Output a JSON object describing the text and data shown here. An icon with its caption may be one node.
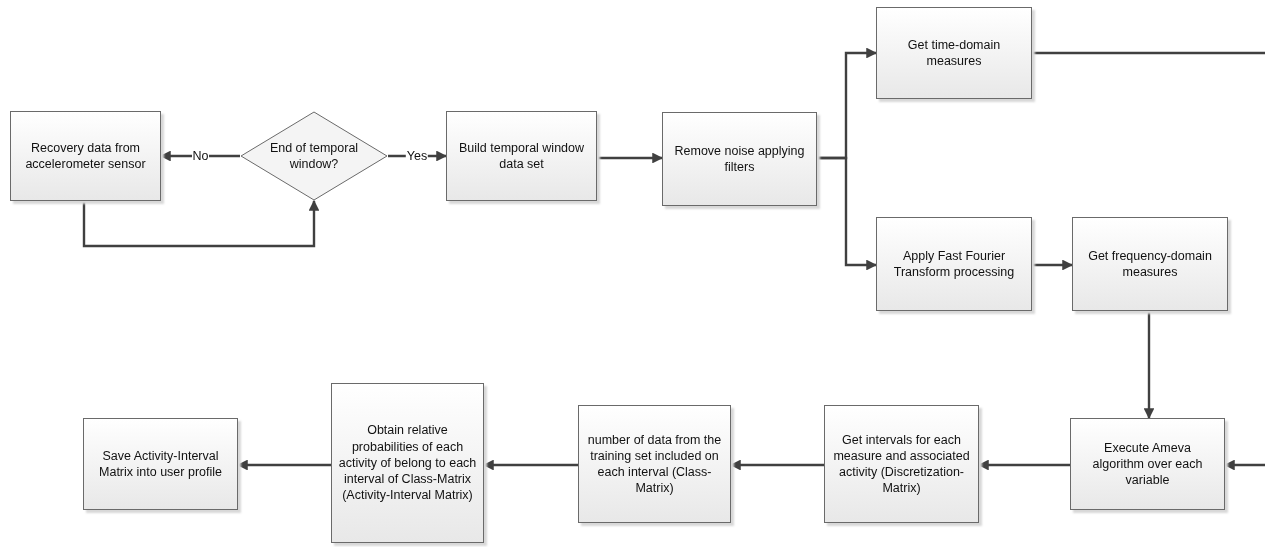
{
  "diagram": {
    "nodes": [
      {
        "text": [
          "Recovery data from accelerometer sensor"
        ]
      },
      {
        "text": [
          "End of temporal window?"
        ]
      },
      {
        "text": [
          "Build temporal window data set"
        ]
      },
      {
        "text": [
          "Remove noise applying filters"
        ]
      },
      {
        "text": [
          "Get time-domain measures"
        ]
      },
      {
        "text": [
          "Apply Fast Fourier Transform processing"
        ]
      },
      {
        "text": [
          "Get frequency-domain measures"
        ]
      },
      {
        "text": [
          "Execute Ameva algorithm over each variable"
        ]
      },
      {
        "text": [
          "Get intervals for each measure and associated activity (Discretization-Matrix)"
        ]
      },
      {
        "text": [
          "number of data from the training set included on each interval  (Class-Matrix)"
        ]
      },
      {
        "text": [
          "Obtain relative probabilities of each activity of belong to each interval of Class-Matrix (Activity-Interval Matrix)"
        ]
      },
      {
        "text": [
          "Save Activity-Interval Matrix into user profile"
        ]
      }
    ],
    "edges": [
      {
        "from": 1,
        "to": 0,
        "arrow": "to",
        "label": "No"
      },
      {
        "from": 0,
        "to": 1,
        "arrow": "to"
      },
      {
        "from": 1,
        "to": 2,
        "arrow": "to",
        "label": "Yes"
      },
      {
        "from": 2,
        "to": 3,
        "arrow": "to"
      },
      {
        "from": 3,
        "to": 4,
        "arrow": "to"
      },
      {
        "from": 3,
        "to": 5,
        "arrow": "to"
      },
      {
        "from": 4,
        "to": null,
        "arrow": "none"
      },
      {
        "from": 5,
        "to": 6,
        "arrow": "to"
      },
      {
        "from": 6,
        "to": 7,
        "arrow": "to"
      },
      {
        "from": null,
        "to": 7,
        "arrow": "to"
      },
      {
        "from": 7,
        "to": 8,
        "arrow": "to"
      },
      {
        "from": 8,
        "to": 9,
        "arrow": "to"
      },
      {
        "from": 9,
        "to": 10,
        "arrow": "to"
      },
      {
        "from": 10,
        "to": 11,
        "arrow": "to"
      }
    ]
  }
}
